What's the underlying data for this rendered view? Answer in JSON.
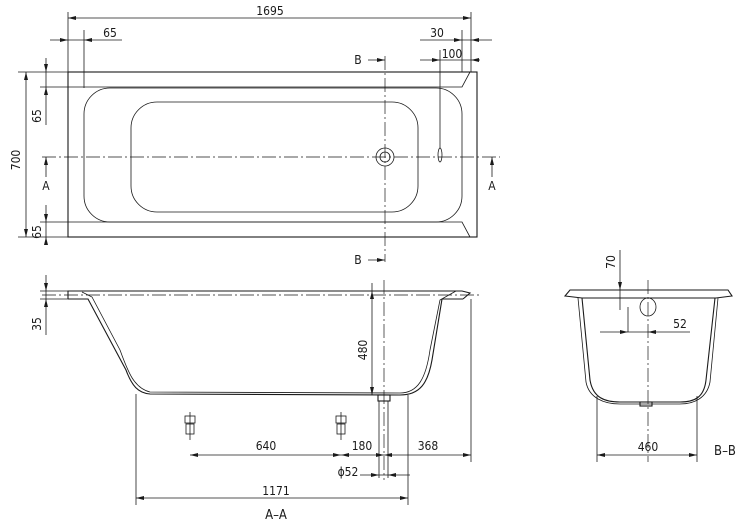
{
  "top_view": {
    "overall_length": "1695",
    "rim_left": "65",
    "rim_right": "30",
    "drain_offset": "100",
    "overall_width": "700",
    "rim_top": "65",
    "rim_bottom": "65",
    "section_a_left": "A",
    "section_a_right": "A",
    "section_b_top": "B",
    "section_b_bottom": "B"
  },
  "section_a": {
    "rim_height": "35",
    "depth": "480",
    "foot_spacing": "640",
    "foot_to_drain": "180",
    "drain_to_end": "368",
    "drain_diameter": "ϕ52",
    "base_length": "1171",
    "caption": "A–A"
  },
  "section_b": {
    "rim_height": "70",
    "drain_offset": "52",
    "base_width": "460",
    "caption": "B–B"
  }
}
